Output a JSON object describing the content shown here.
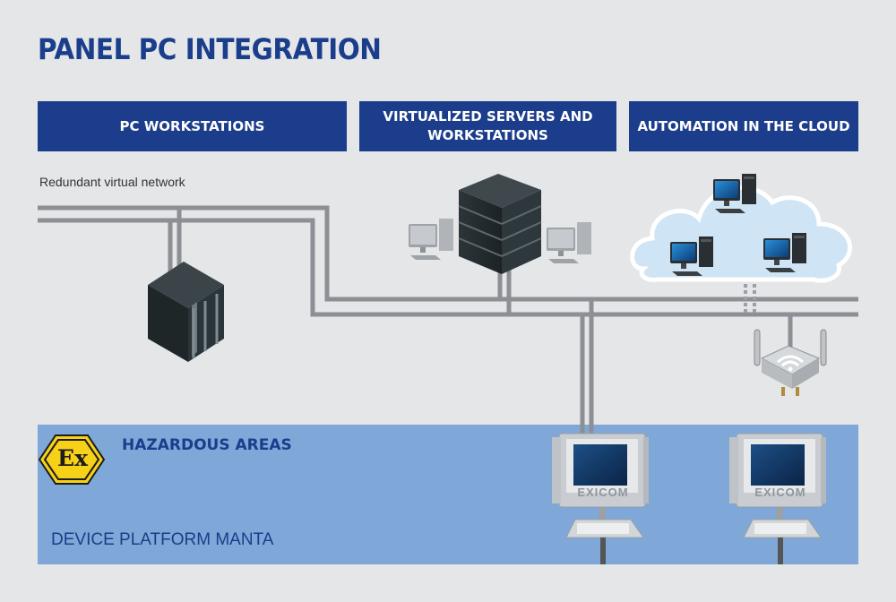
{
  "title": "PANEL PC INTEGRATION",
  "headers": [
    {
      "label": "PC WORKSTATIONS"
    },
    {
      "label": "VIRTUALIZED SERVERS AND\nWORKSTATIONS"
    },
    {
      "label": "AUTOMATION IN THE CLOUD"
    }
  ],
  "network_label": "Redundant virtual network",
  "hazard": {
    "title": "HAZARDOUS AREAS",
    "badge": "Ex",
    "platform": "DEVICE PLATFORM MANTA"
  },
  "panel_brand": "EXICOM",
  "colors": {
    "brand_blue": "#1c3d8b",
    "hazard_band": "#7fa8d8",
    "ex_yellow": "#f7d117",
    "network_line": "#8c8f93",
    "background": "#e4e6e8"
  }
}
